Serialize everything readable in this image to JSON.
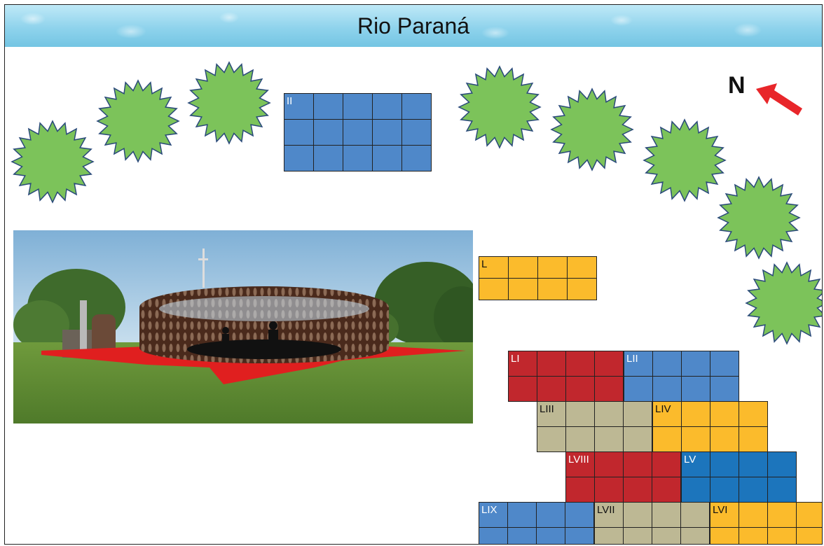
{
  "title": "Rio Paraná",
  "north_label": "N",
  "colors": {
    "blue": "#4f88c9",
    "blue_dark": "#1c75bc",
    "yellow": "#fbbb2c",
    "red": "#c1272d",
    "tan": "#bdb894",
    "green": "#7cc35a",
    "arrow": "#e8262a"
  },
  "trees": [
    {
      "id": "tree-1"
    },
    {
      "id": "tree-2"
    },
    {
      "id": "tree-3"
    },
    {
      "id": "tree-4"
    },
    {
      "id": "tree-5"
    },
    {
      "id": "tree-6"
    },
    {
      "id": "tree-7"
    },
    {
      "id": "tree-8"
    }
  ],
  "blocks": [
    {
      "id": "II",
      "label": "II",
      "color": "blue",
      "cols": 5,
      "rows": 3
    },
    {
      "id": "L",
      "label": "L",
      "color": "yellow",
      "cols": 4,
      "rows": 2
    },
    {
      "id": "LI",
      "label": "LI",
      "color": "red",
      "cols": 4,
      "rows": 2
    },
    {
      "id": "LII",
      "label": "LII",
      "color": "blue",
      "cols": 4,
      "rows": 2
    },
    {
      "id": "LIII",
      "label": "LIII",
      "color": "tan",
      "cols": 4,
      "rows": 2
    },
    {
      "id": "LIV",
      "label": "LIV",
      "color": "yellow",
      "cols": 4,
      "rows": 2
    },
    {
      "id": "LVIII",
      "label": "LVIII",
      "color": "red",
      "cols": 4,
      "rows": 2
    },
    {
      "id": "LV",
      "label": "LV",
      "color": "blue_dark",
      "cols": 4,
      "rows": 2
    },
    {
      "id": "LIX",
      "label": "LIX",
      "color": "blue",
      "cols": 4,
      "rows": 2
    },
    {
      "id": "LVII",
      "label": "LVII",
      "color": "tan",
      "cols": 4,
      "rows": 2
    },
    {
      "id": "LVI",
      "label": "LVI",
      "color": "yellow",
      "cols": 4,
      "rows": 2
    }
  ]
}
